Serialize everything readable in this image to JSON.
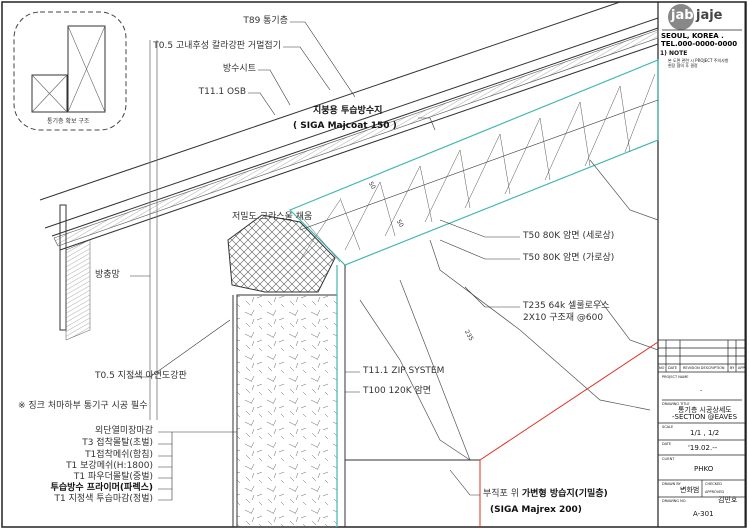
{
  "inset": {
    "caption": "통기층 확보 구조"
  },
  "labels": {
    "vent_layer": "T89 통기층",
    "roof_metal": "T0.5 고내후성 칼라강판 거멀접기",
    "waterproof_sheet": "방수시트",
    "osb": "T11.1 OSB",
    "roof_membrane_1": "지붕용 투습방수지",
    "roof_membrane_2": "( SIGA Majcoat 150 )",
    "glasswool": "저밀도 그라스울 채움",
    "insect_screen": "방충망",
    "galv_steel": "T0.5 지정색 아연도강판",
    "note": "※ 징크 처마하부 통기구 시공 필수",
    "zip": "T11.1 ZIP SYSTEM",
    "rockwool_120": "T100 120K 암면",
    "rockwool_v": "T50 80K 암면 (세로상)",
    "rockwool_h": "T50 80K 암면 (가로상)",
    "cellulose_1": "T235 64k 셀룰로우스",
    "cellulose_2": "2X10 구조재 @600",
    "vapor_1_prefix": "부직포 위 ",
    "vapor_1_bold": "가변형 방습지(기밀층)",
    "vapor_2": "(SIGA Majrex 200)",
    "dim_50a": "50",
    "dim_50b": "50",
    "dim_235": "235"
  },
  "finish_layers": [
    {
      "text": "외단열미장마감",
      "bold": false
    },
    {
      "text": "T3 접착몰탈(초벌)",
      "bold": false
    },
    {
      "text": "T1접착메쉬(함침)",
      "bold": false
    },
    {
      "text": "T1 보강메쉬(H:1800)",
      "bold": false
    },
    {
      "text": "T1 파우더몰탈(중벌)",
      "bold": false
    },
    {
      "text": "투습방수 프라이머(파렉스)",
      "bold": true
    },
    {
      "text": "T1 지정색 투습마감(정벌)",
      "bold": false
    }
  ],
  "title_block": {
    "logo_a": "jab",
    "logo_b": "jaje",
    "address": "SEOUL, KOREA . TEL.000-0000-0000",
    "note_title": "1) NOTE",
    "note_text_1": "본 도면 관련 시 PROJECT 주의사항",
    "note_text_2": "현장 협의 후 결정",
    "rev_headers": [
      "NO",
      "DATE",
      "REVISION DESCRIPTION",
      "BY",
      "APP"
    ],
    "project_label": "PROJECT NAME",
    "project_value": "-",
    "title_label": "DRAWING TITLE",
    "title_1": "통기층 시공상세도",
    "title_2": "-SECTION @EAVES",
    "scale_label": "SCALE",
    "scale": "1/1 , 1/2",
    "date_label": "DATE",
    "date": "'19.02.--",
    "client_label": "CLIENT",
    "client": "PHKO",
    "drawn_label": "DRAWN BY",
    "drawn": "변화범",
    "checked_label": "CHECKED",
    "approved_label": "APPROVED",
    "approved": "김민호",
    "no_label": "DRAWING NO.",
    "drawing_no": "A-301"
  },
  "colors": {
    "membrane": "#3fb8b0",
    "vapor": "#e03020",
    "line": "#333333"
  }
}
